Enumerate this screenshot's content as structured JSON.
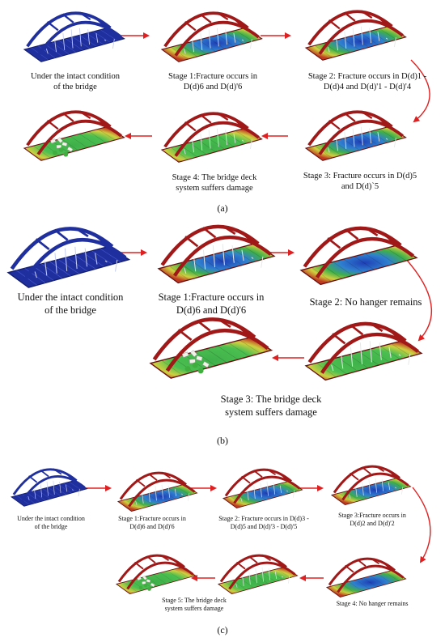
{
  "colors": {
    "intact_blue": "#1f2f9e",
    "arch_red": "#a01818",
    "arrow_red": "#e02020",
    "deck_green": "#3fae3f",
    "deck_blue": "#2040b0",
    "deck_yellow": "#d8d040",
    "deck_red": "#b22020"
  },
  "panels": {
    "a": {
      "label": "(a)",
      "captions": {
        "intact": [
          "Under the intact condition",
          "of the bridge"
        ],
        "s1": [
          "Stage 1:Fracture occurs in",
          "D(d)6 and D(d)'6"
        ],
        "s2": [
          "Stage 2: Fracture occurs in D(d)1 -",
          "D(d)4 and D(d)'1 - D(d)'4"
        ],
        "s3": [
          "Stage 3: Fracture occurs in D(d)5",
          "and D(d)`5"
        ],
        "s4": [
          "Stage 4: The bridge deck",
          "system suffers damage"
        ]
      }
    },
    "b": {
      "label": "(b)",
      "captions": {
        "intact": [
          "Under the intact condition",
          "of the bridge"
        ],
        "s1": [
          "Stage 1:Fracture occurs in",
          "D(d)6 and D(d)'6"
        ],
        "s2": [
          "Stage 2: No hanger remains"
        ],
        "s3": [
          "Stage 3: The bridge deck",
          "system suffers damage"
        ]
      }
    },
    "c": {
      "label": "(c)",
      "captions": {
        "intact": [
          "Under the intact condition",
          "of the bridge"
        ],
        "s1": [
          "Stage 1:Fracture occurs in",
          "D(d)6 and D(d)'6"
        ],
        "s2": [
          "Stage 2: Fracture occurs in D(d)3 -",
          "D(d)5 and D(d)'3 - D(d)'5"
        ],
        "s3": [
          "Stage 3:Fracture occurs in",
          "D(d)2 and D(d)'2"
        ],
        "s4": [
          "Stage 4: No hanger remains"
        ],
        "s5": [
          "Stage 5: The bridge deck",
          "system suffers damage"
        ]
      }
    }
  }
}
